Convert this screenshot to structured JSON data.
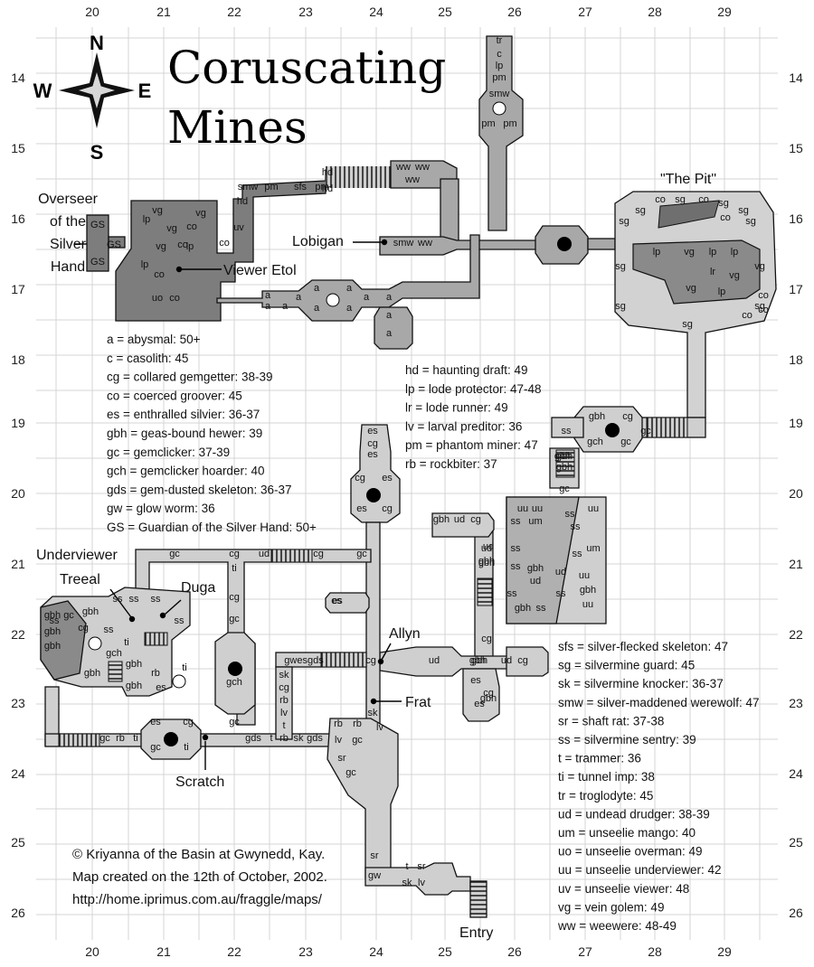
{
  "map": {
    "title_line1": "Coruscating",
    "title_line2": "Mines",
    "compass": {
      "n": "N",
      "s": "S",
      "e": "E",
      "w": "W"
    },
    "x_ticks": [
      "20",
      "21",
      "22",
      "23",
      "24",
      "25",
      "26",
      "27",
      "28",
      "29"
    ],
    "y_ticks": [
      "14",
      "15",
      "16",
      "17",
      "18",
      "19",
      "20",
      "21",
      "22",
      "23",
      "24",
      "25",
      "26"
    ],
    "place_labels": {
      "overseer_1": "Overseer",
      "overseer_2": "of the",
      "overseer_3": "Silver",
      "overseer_4": "Hand",
      "viewer_etol": "Viewer Etol",
      "lobigan": "Lobigan",
      "the_pit": "\"The Pit\"",
      "underviewer_1": "Underviewer",
      "underviewer_2": "Treeal",
      "duga": "Duga",
      "allyn": "Allyn",
      "frat": "Frat",
      "scratch": "Scratch",
      "entry": "Entry"
    },
    "legend_left": [
      "a = abysmal: 50+",
      "c = casolith: 45",
      "cg = collared gemgetter: 38-39",
      "co = coerced groover: 45",
      "es = enthralled silvier: 36-37",
      "gbh = geas-bound hewer: 39",
      "gc = gemclicker: 37-39",
      "gch = gemclicker hoarder: 40",
      "gds = gem-dusted skeleton: 36-37",
      "gw = glow worm: 36",
      "GS = Guardian of the Silver Hand: 50+"
    ],
    "legend_mid": [
      "hd = haunting draft: 49",
      "lp = lode protector: 47-48",
      "lr = lode runner: 49",
      "lv = larval preditor: 36",
      "pm = phantom miner: 47",
      "rb = rockbiter: 37"
    ],
    "legend_right": [
      "sfs = silver-flecked skeleton: 47",
      "sg = silvermine guard: 45",
      "sk = silvermine knocker: 36-37",
      "smw = silver-maddened werewolf: 47",
      "sr = shaft rat: 37-38",
      "ss = silvermine sentry: 39",
      "t = trammer: 36",
      "ti = tunnel imp: 38",
      "tr = troglodyte: 45",
      "ud = undead drudger: 38-39",
      "um = unseelie mango: 40",
      "uo = unseelie overman: 49",
      "uu = unseelie underviewer: 42",
      "uv = unseelie viewer: 48",
      "vg = vein golem: 49",
      "ww = weewere: 48-49"
    ],
    "credits": [
      "© Kriyanna of the Basin at Gwynedd, Kay.",
      "Map created on the 12th of October, 2002.",
      "http://home.iprimus.com.au/fraggle/maps/"
    ],
    "monster_labels": {
      "ovs_gs1": "GS",
      "ovs_gs2": "GS",
      "ovs_gs3": "GS",
      "ow_lp1": "lp",
      "ow_vg1": "vg",
      "ow_vg2": "vg",
      "ow_co1": "co",
      "ow_vg3": "vg",
      "ow_co2": "co",
      "ow_vg4": "vg",
      "ow_lp2": "lp",
      "ow_lp3": "lp",
      "ow_co3": "co",
      "ow_uo": "uo",
      "ow_co4": "co",
      "ow_uv": "uv",
      "ow_co5": "co",
      "nc_smw": "smw",
      "nc_pm": "pm",
      "nc_sfs": "sfs",
      "nc_pm2": "pm",
      "nc_hd": "hd",
      "nc_hd2": "hd",
      "nc_hd3": "hd",
      "nc_ww1": "ww",
      "nc_ww2": "ww",
      "nc_ww3": "ww",
      "lob_smw": "smw",
      "lob_ww": "ww",
      "tr_tr": "tr",
      "tr_c": "c",
      "tr_lp": "lp",
      "tr_pm": "pm",
      "tr_smw": "smw",
      "tr_pm2": "pm",
      "tr_pm3": "pm",
      "ab_a1": "a",
      "ab_a2": "a",
      "ab_a3": "a",
      "ab_a4": "a",
      "ab_a5": "a",
      "ab_a6": "a",
      "ab_a7": "a",
      "ab_a8": "a",
      "ab_a9": "a",
      "ab_a10": "a",
      "ab_a11": "a",
      "ab_a12": "a",
      "pit_sg1": "sg",
      "pit_sg2": "sg",
      "pit_co1": "co",
      "pit_sg3": "sg",
      "pit_co2": "co",
      "pit_sg4": "sg",
      "pit_sg5": "sg",
      "pit_co3": "co",
      "pit_sg6": "sg",
      "pit_sg7": "sg",
      "pit_lp1": "lp",
      "pit_vg1": "vg",
      "pit_lp2": "lp",
      "pit_lp3": "lp",
      "pit_lr": "lr",
      "pit_vg2": "vg",
      "pit_vg3": "vg",
      "pit_vg4": "vg",
      "pit_lp4": "lp",
      "pit_co4": "co",
      "pit_co5": "co",
      "pit_sg8": "sg",
      "pit_co6": "co",
      "pit_sg9": "sg",
      "pit_sg10": "sg",
      "gj_gbh": "gbh",
      "gj_cg": "cg",
      "gj_ss": "ss",
      "gj_gch": "gch",
      "gj_gc": "gc",
      "gj_gc2": "gc",
      "gs_gbh": "gbh",
      "gs_gbh2": "gbh",
      "gs_gc": "gc",
      "esr_es1": "es",
      "esr_cg": "cg",
      "esr_es2": "es",
      "esr_cg2": "cg",
      "esr_es3": "es",
      "esr_cg3": "cg",
      "esp_es": "es",
      "esp_cg": "cg",
      "esp_es2": "es",
      "esp_es3": "es",
      "uu_uu1": "uu",
      "uu_uu2": "uu",
      "uu_ss1": "ss",
      "uu_um1": "um",
      "uu_ss2": "ss",
      "uu_uu3": "uu",
      "uu_ss3": "ss",
      "uu_um2": "um",
      "uu_ss4": "ss",
      "uu_ss5": "ss",
      "uu_gbh1": "gbh",
      "uu_ud1": "ud",
      "uu_ss6": "ss",
      "uu_ud2": "ud",
      "uu_uu4": "uu",
      "uu_ss7": "ss",
      "uu_ss8": "ss",
      "uu_gbh2": "gbh",
      "uu_gbh3": "gbh",
      "uu_ss9": "ss",
      "uu_uu5": "uu",
      "uu_ud3": "ud",
      "uu_gbh4": "gbh",
      "gb_gbh": "gbh",
      "gb_ud": "ud",
      "gb_cg": "cg",
      "gb_ud2": "ud",
      "gb_gbh2": "gbh",
      "gb_cg2": "cg",
      "gb_gbh3": "gbh",
      "es3_es1": "es",
      "es3_es2": "es",
      "es3_es3": "es",
      "ud_ud": "ud",
      "ud_gbh": "gbh",
      "ud_ud2": "ud",
      "ud_cg": "cg",
      "ud_gbh2": "gbh",
      "udp_gbh": "gbh",
      "udp_ud": "ud",
      "udp_cg": "cg",
      "esp2_es": "es",
      "esp2_cg": "cg",
      "esp2_es2": "es",
      "esp2_cg2": "cg",
      "ur_gbh": "gbh",
      "ur_gc": "gc",
      "ur_gbh2": "gbh",
      "ur_ss1": "ss",
      "ur_ss2": "ss",
      "ur_cg": "cg",
      "ur_gbh3": "gbh",
      "ur_ss3": "ss",
      "ur_ss4": "ss",
      "ur_gbh4": "gbh",
      "ur_ss5": "ss",
      "ur_gch": "gch",
      "ur_ss6": "ss",
      "ur_gbh5": "gbh",
      "ur_rb": "rb",
      "ur_es": "es",
      "ur_ti": "ti",
      "ur_gbh6": "gbh",
      "ur_gbh7": "gbh",
      "ur_ti2": "ti",
      "tc_gc": "gc",
      "tc_cg": "cg",
      "tc_ud": "ud",
      "tc_cg2": "cg",
      "tc_ti": "ti",
      "tc_cg3": "cg",
      "tc_gc2": "gc",
      "tc_gc3": "gc",
      "tc_gch": "gch",
      "tc_gc4": "gc",
      "sc_es": "es",
      "sc_cg": "cg",
      "sc_gc": "gc",
      "sc_ti": "ti",
      "lw_gc": "gc",
      "lw_rb": "rb",
      "lw_ti": "ti",
      "bc_gds": "gds",
      "bc_t": "t",
      "bc_rb": "rb",
      "bc_sk": "sk",
      "bc_gds2": "gds",
      "gw_gwesgds": "gwesgds",
      "gw_sk1": "sk",
      "gw_cg": "cg",
      "gw_rb": "rb",
      "gw_lv": "lv",
      "gw_t": "t",
      "am_ud": "ud",
      "am_gbh": "gbh",
      "am_cg": "cg",
      "am_cg2": "cg",
      "st_rb1": "rb",
      "st_lv1": "lv",
      "st_sk": "sk",
      "st_rb2": "rb",
      "st_gc1": "gc",
      "st_lv2": "lv",
      "st_sr": "sr",
      "st_gc2": "gc",
      "en_sr": "sr",
      "en_gw": "gw",
      "en_t": "t",
      "en_sr2": "sr",
      "en_sk": "sk",
      "en_lv": "lv",
      "pw_gbh": "gbh",
      "pw_cg": "cg",
      "pw_ss": "ss",
      "pw_gch": "gch",
      "pw_gc": "gc",
      "pw_gc2": "gc",
      "pw_gbh2": "gbh",
      "pw_gbh3": "gbh",
      "pw_gc3": "gc",
      "pw_gbh4": "gbh"
    }
  }
}
